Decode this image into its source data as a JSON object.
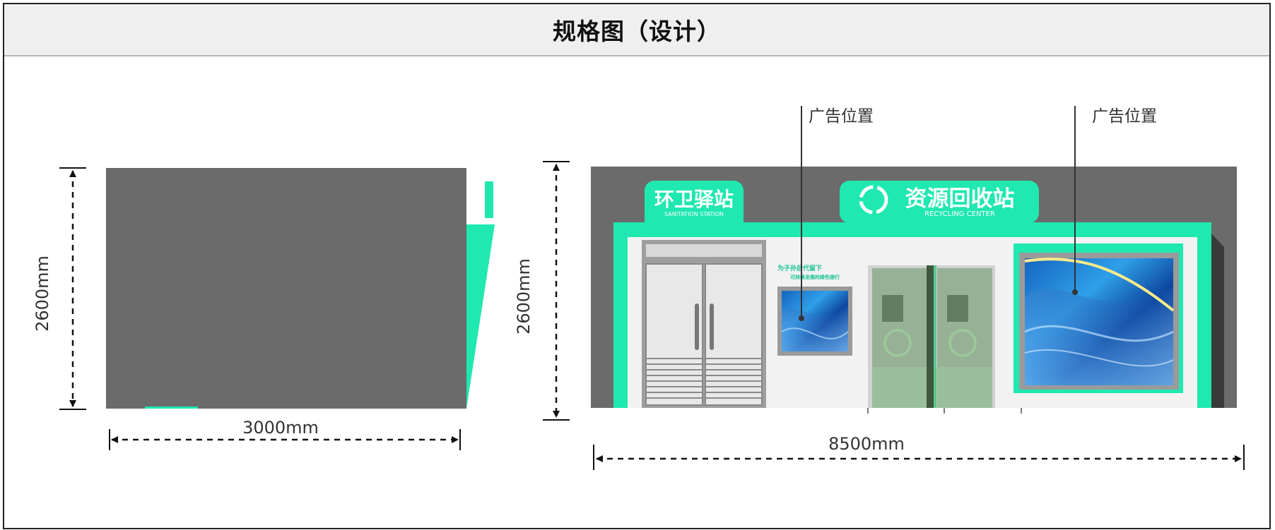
{
  "header": {
    "title": "规格图（设计）"
  },
  "left_view": {
    "height_label": "2600mm",
    "width_label": "3000mm"
  },
  "right_view": {
    "height_label": "2600mm",
    "width_label": "8500mm",
    "ad_label_1": "广告位置",
    "ad_label_2": "广告位置",
    "sign_1": {
      "title": "环卫驿站",
      "subtitle": "SANITATION STATION"
    },
    "sign_2": {
      "title": "资源回收站",
      "subtitle": "RECYCLING CENTER"
    },
    "slogan_line_1": "为子孙后代留下",
    "slogan_line_2": "可持续发展的绿色银行"
  },
  "colors": {
    "wall_dark": "#6b6b6b",
    "accent_green": "#1fe8b0",
    "panel_white": "#f2f2f2",
    "screen_blue": "#2f9fe8"
  }
}
